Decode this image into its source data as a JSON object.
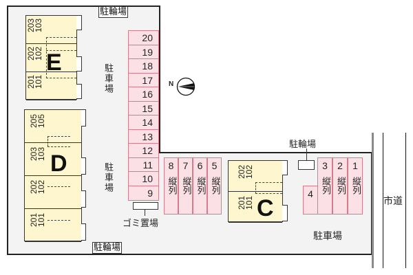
{
  "map": {
    "type": "site-layout",
    "colors": {
      "lot_background": "#f3f3f3",
      "building_fill": "#fdf6cf",
      "parking_fill": "#fbe1e6",
      "parking_border": "#d97a8a",
      "outline": "#222222"
    }
  },
  "labels": {
    "bike_parking_top": "駐輪場",
    "bike_parking_bottom": "駐輪場",
    "bike_parking_right": "駐輪場",
    "parking_left_upper": "駐車場",
    "parking_left_lower": "駐車場",
    "parking_bottom_right": "駐車場",
    "garbage": "ゴミ置場",
    "city_road": "市道",
    "compass_north": "N"
  },
  "buildings": {
    "E": {
      "letter": "E",
      "units": [
        {
          "upper": "203",
          "lower": "103"
        },
        {
          "upper": "202",
          "lower": "102"
        },
        {
          "upper": "201",
          "lower": "101"
        }
      ]
    },
    "D": {
      "letter": "D",
      "units": [
        {
          "upper": "205",
          "lower": "105"
        },
        {
          "upper": "203",
          "lower": "103"
        },
        {
          "upper": "202",
          "lower": "102"
        },
        {
          "upper": "201",
          "lower": "101"
        }
      ]
    },
    "C": {
      "letter": "C",
      "units": [
        {
          "upper": "202",
          "lower": "102"
        },
        {
          "upper": "201",
          "lower": "101"
        }
      ]
    }
  },
  "parking": {
    "column_stalls": [
      "20",
      "19",
      "18",
      "17",
      "16",
      "15",
      "14",
      "13",
      "12",
      "11",
      "10",
      "9"
    ],
    "vertical_stalls_center": [
      {
        "num": "8",
        "kind": "縦列"
      },
      {
        "num": "7",
        "kind": "縦列"
      },
      {
        "num": "6",
        "kind": "縦列"
      },
      {
        "num": "5",
        "kind": "縦列"
      }
    ],
    "vertical_stalls_right": [
      {
        "num": "3",
        "kind": "縦列"
      },
      {
        "num": "2",
        "kind": "縦列"
      },
      {
        "num": "1",
        "kind": "縦列"
      }
    ],
    "stall_4": {
      "num": "4"
    }
  }
}
